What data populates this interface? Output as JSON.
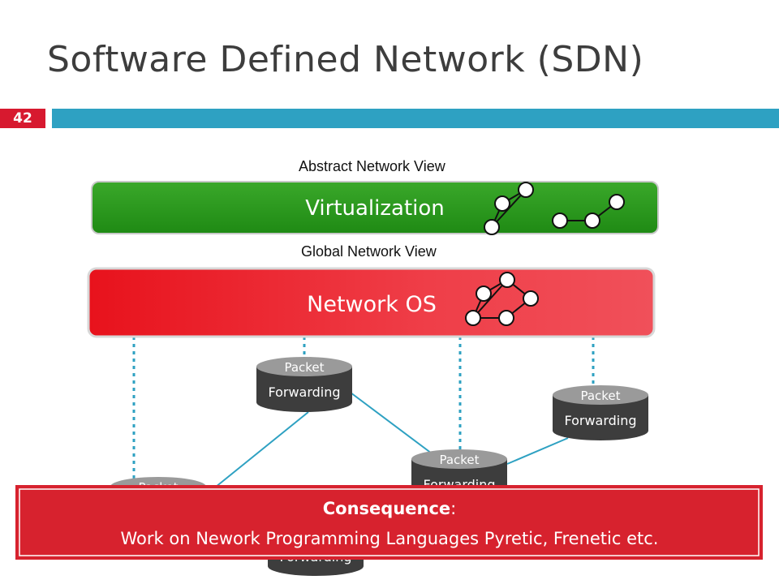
{
  "title": "Software Defined Network (SDN)",
  "slide_number": "42",
  "labels": {
    "abstract_view": "Abstract Network View",
    "global_view": "Global Network View"
  },
  "layers": {
    "virtualization": "Virtualization",
    "network_os": "Network OS"
  },
  "device": {
    "line1": "Packet",
    "line2": "Forwarding"
  },
  "callout": {
    "heading": "Consequence",
    "heading_suffix": ":",
    "body": "Work on Nework Programming Languages Pyretic, Frenetic etc."
  },
  "colors": {
    "accent_red": "#d7192f",
    "accent_blue": "#2ea1c2",
    "virtualization_green": "#2c9a1e",
    "network_os_red": "#e8202a",
    "device_dark": "#3d3d3d",
    "callout_red": "#d7222e"
  }
}
